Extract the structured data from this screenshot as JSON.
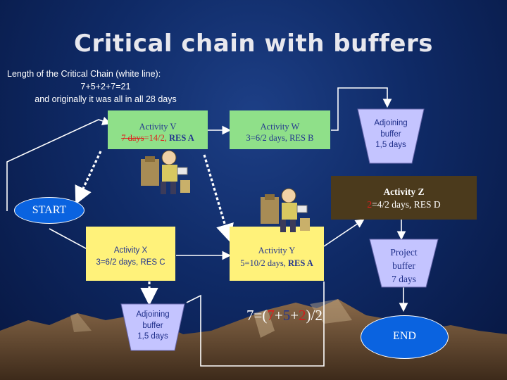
{
  "title": "Critical chain with buffers",
  "note": {
    "line1": "Length of the Critical Chain (white line):",
    "line2": "7+5+2+7=21",
    "line3": "and  originally it was all in all 28 days"
  },
  "activity_v": {
    "name": "Activity V",
    "days": "7 days",
    "rest": "=14/2, ",
    "res": "RES  A"
  },
  "activity_w": {
    "name": "Activity W",
    "detail": "3=6/2 days, RES B"
  },
  "adjoining_buffer_top": {
    "line1": "Adjoining",
    "line2": "buffer",
    "line3": "1,5 days"
  },
  "activity_z": {
    "name": "Activity Z",
    "num": "2",
    "rest": "=4/2 days, RES D"
  },
  "start": "START",
  "activity_x": {
    "name": "Activity X",
    "detail": "3=6/2 days, RES C"
  },
  "activity_y": {
    "name": "Activity Y",
    "detail_prefix": "5=10/2 days, ",
    "res": "RES A"
  },
  "project_buffer": {
    "line1": "Project",
    "line2": "buffer",
    "line3": "7 days"
  },
  "adjoining_buffer_bottom": {
    "line1": "Adjoining",
    "line2": "buffer",
    "line3": "1,5 days"
  },
  "formula": {
    "prefix": "7=(",
    "a": "7",
    "p1": "+",
    "b": "5",
    "p2": "+",
    "c": "2",
    "suffix": ")/2"
  },
  "end": "END",
  "colors": {
    "green": "#8fe089",
    "yellow": "#fff27a",
    "brown": "#4b3a1c",
    "ellipse": "#0a63e0",
    "trapezoid": "#c4c4ff"
  }
}
